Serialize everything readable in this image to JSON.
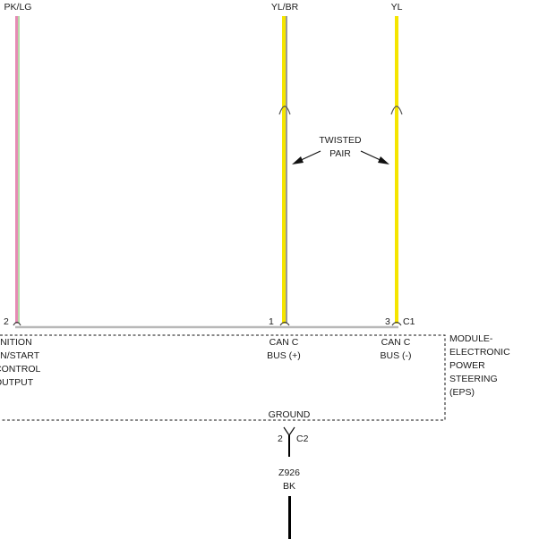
{
  "wires": {
    "left": {
      "color_code": "PK/LG",
      "colors": [
        "#e58bb5",
        "#b7d9a8"
      ]
    },
    "middle": {
      "color_code": "YL/BR",
      "colors": [
        "#f5e500",
        "#9a9a9a"
      ]
    },
    "right": {
      "color_code": "YL",
      "colors": [
        "#f5e500"
      ]
    },
    "ground": {
      "circuit": "Z926",
      "color_code": "BK",
      "colors": [
        "#000000"
      ]
    }
  },
  "twisted_pair_label": [
    "TWISTED",
    "PAIR"
  ],
  "module": {
    "name_lines": [
      "MODULE-",
      "ELECTRONIC",
      "POWER",
      "STEERING",
      "(EPS)"
    ],
    "connector_c1": "C1",
    "ground_label": "GROUND",
    "ground_pin": "2",
    "ground_connector": "C2",
    "pins": [
      {
        "number": "2",
        "label_lines": [
          "IGNITION",
          "RUN/START",
          "CONTROL",
          "OUTPUT"
        ]
      },
      {
        "number": "1",
        "label_lines": [
          "CAN C",
          "BUS (+)"
        ]
      },
      {
        "number": "3",
        "label_lines": [
          "CAN C",
          "BUS (-)"
        ]
      }
    ]
  }
}
